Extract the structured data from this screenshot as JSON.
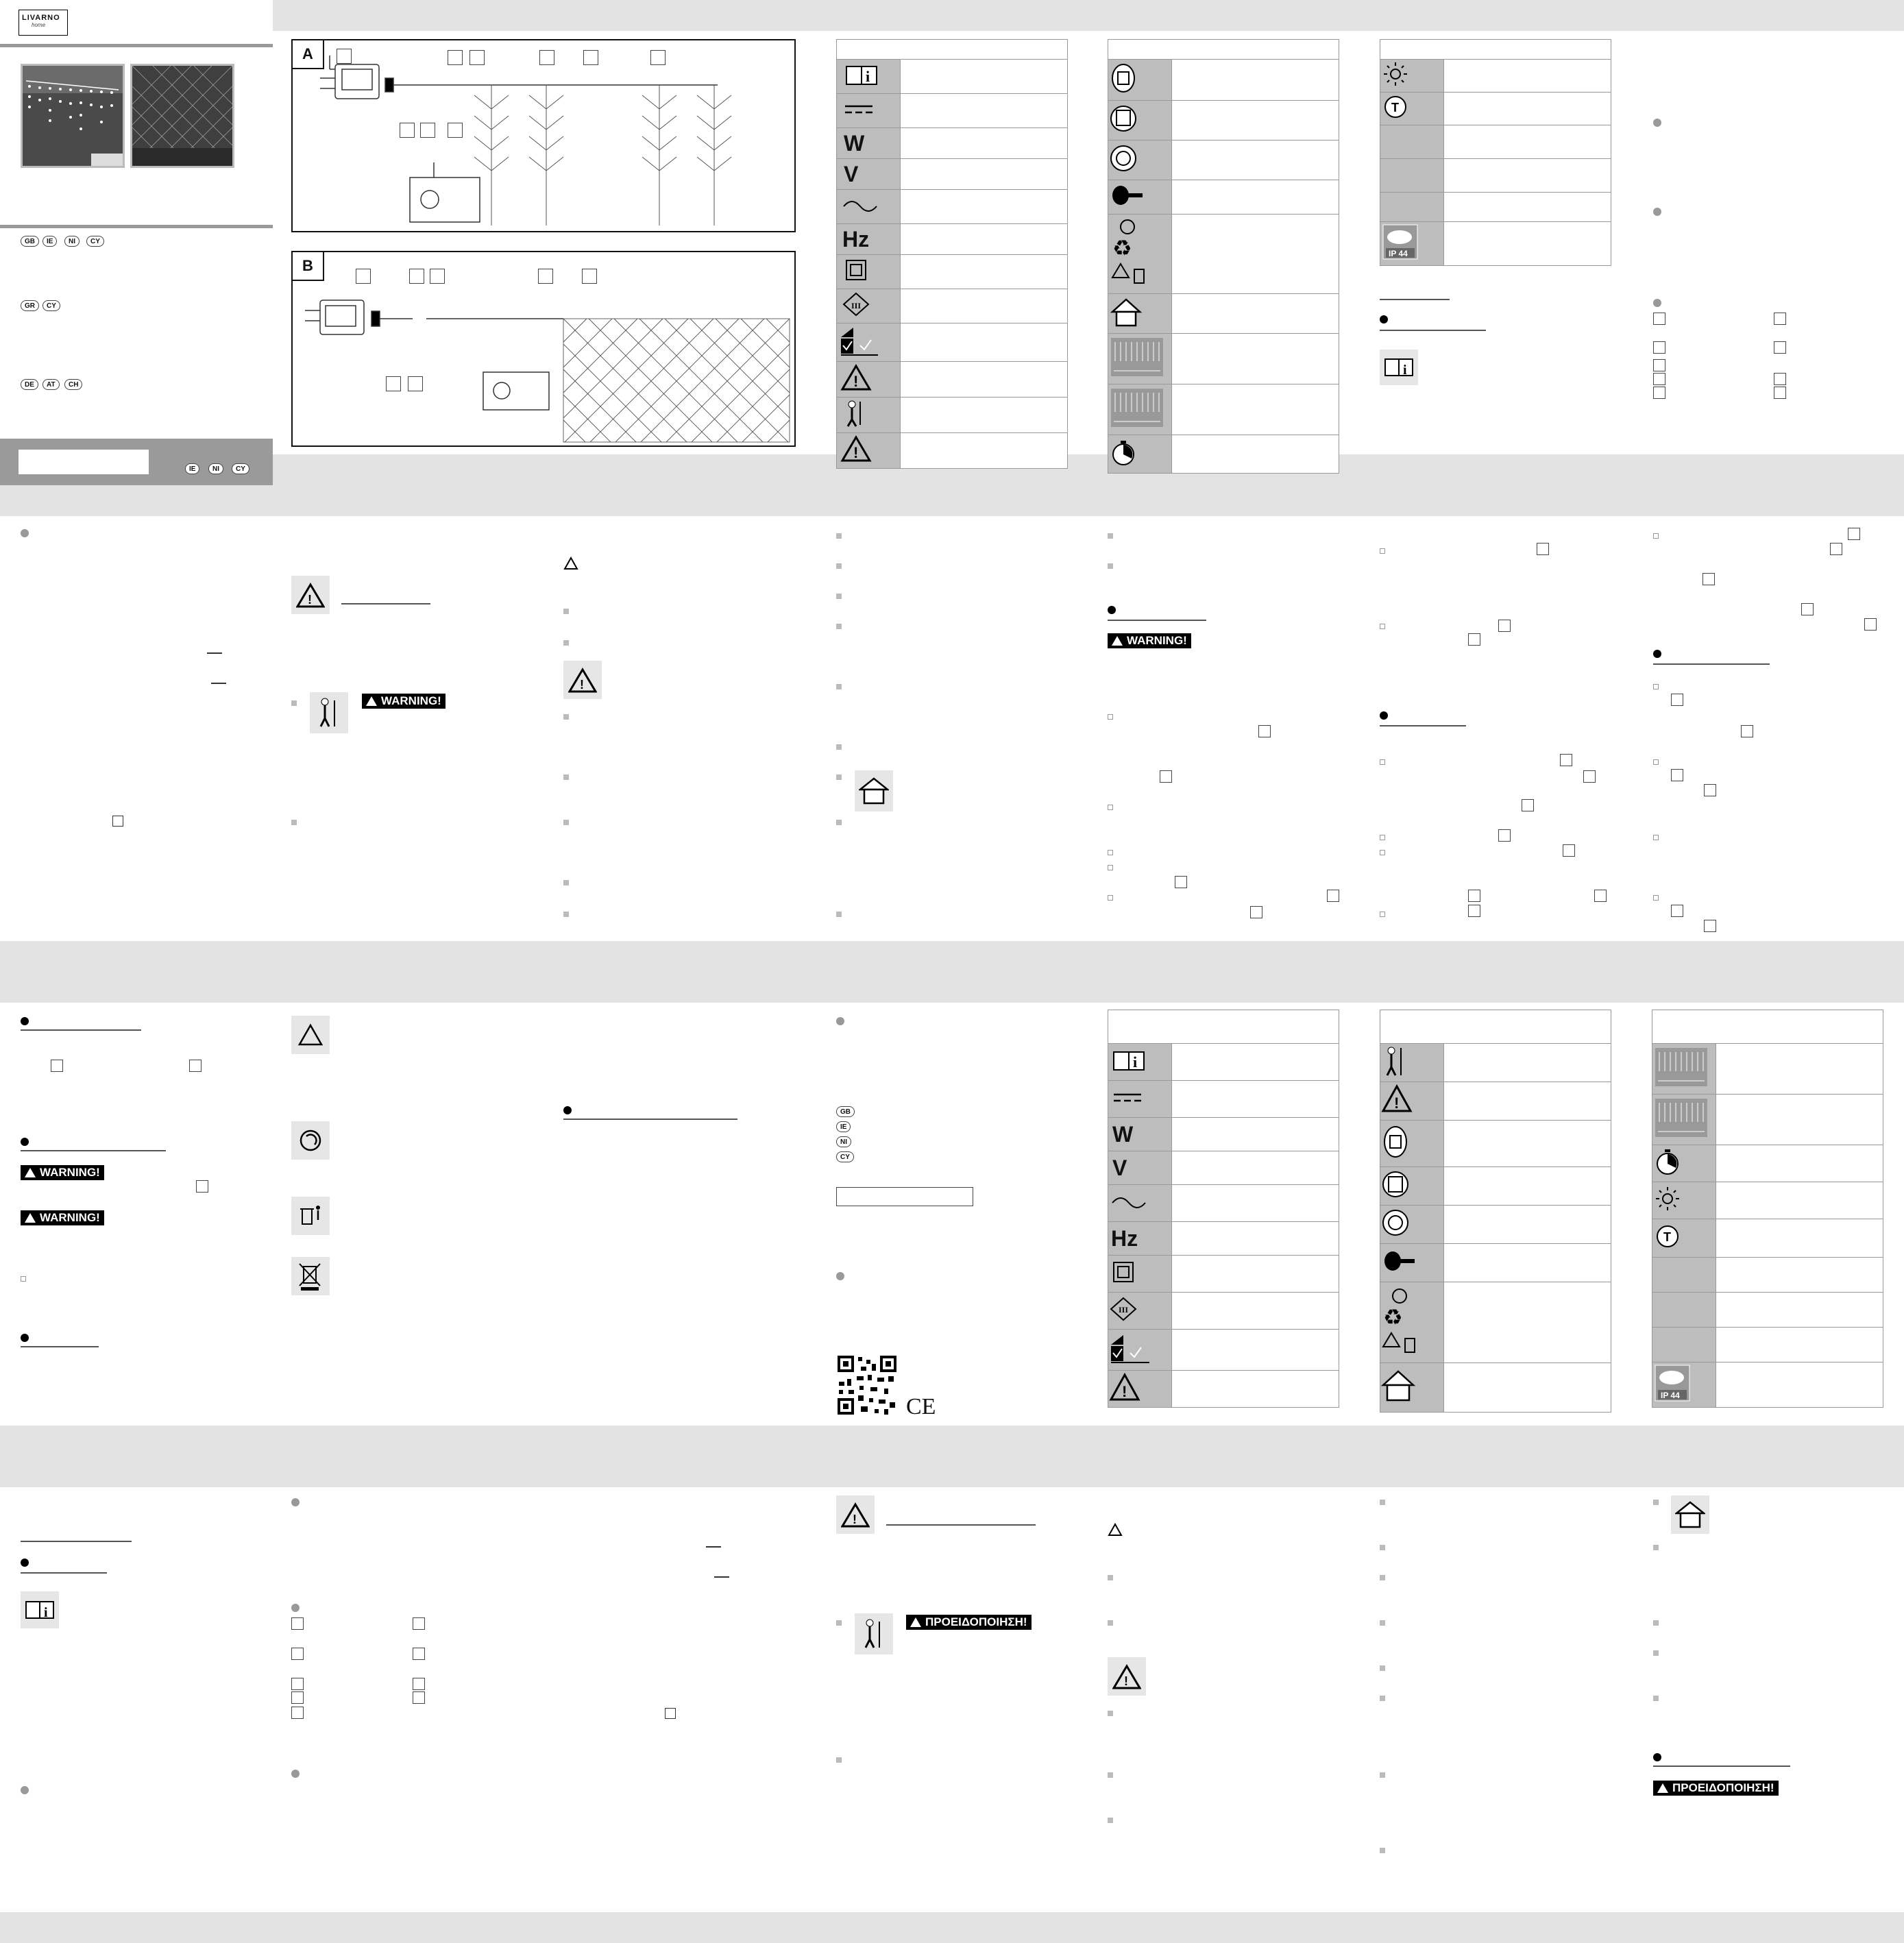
{
  "brand": {
    "name": "LIVARNO",
    "sub": "home"
  },
  "cover": {
    "group1": [
      "GB",
      "IE",
      "NI",
      "CY"
    ],
    "group2": [
      "GR",
      "CY"
    ],
    "group3": [
      "DE",
      "AT",
      "CH"
    ],
    "footer_codes": [
      "IE",
      "NI",
      "CY"
    ]
  },
  "figures": {
    "fig_a": "A",
    "fig_b": "B"
  },
  "symbols": {
    "watt": "W",
    "volt": "V",
    "hertz": "Hz",
    "ip": "IP 44",
    "ce": "CE"
  },
  "warnings": {
    "en": "WARNING!",
    "gr": "ΠΡΟΕΙΔΟΠΟΙΗΣΗ!"
  },
  "country_list": [
    "GB",
    "IE",
    "NI",
    "CY"
  ],
  "colors": {
    "band": "#e3e3e3",
    "icon_cell": "#bdbdbd",
    "dark": "#000000"
  }
}
